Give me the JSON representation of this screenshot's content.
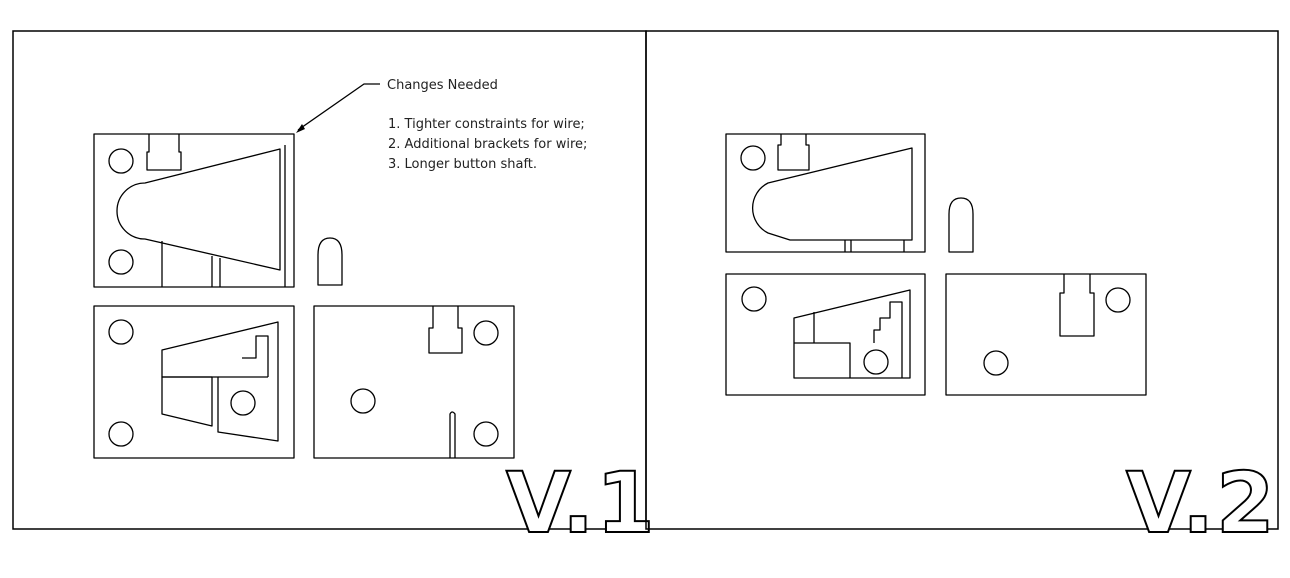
{
  "panels": [
    {
      "version_label": "V.1",
      "annotation": {
        "title": "Changes Needed",
        "items": [
          "1. Tighter constraints for wire;",
          "2. Additional brackets for wire;",
          "3. Longer button shaft."
        ]
      }
    },
    {
      "version_label": "V.2"
    }
  ]
}
